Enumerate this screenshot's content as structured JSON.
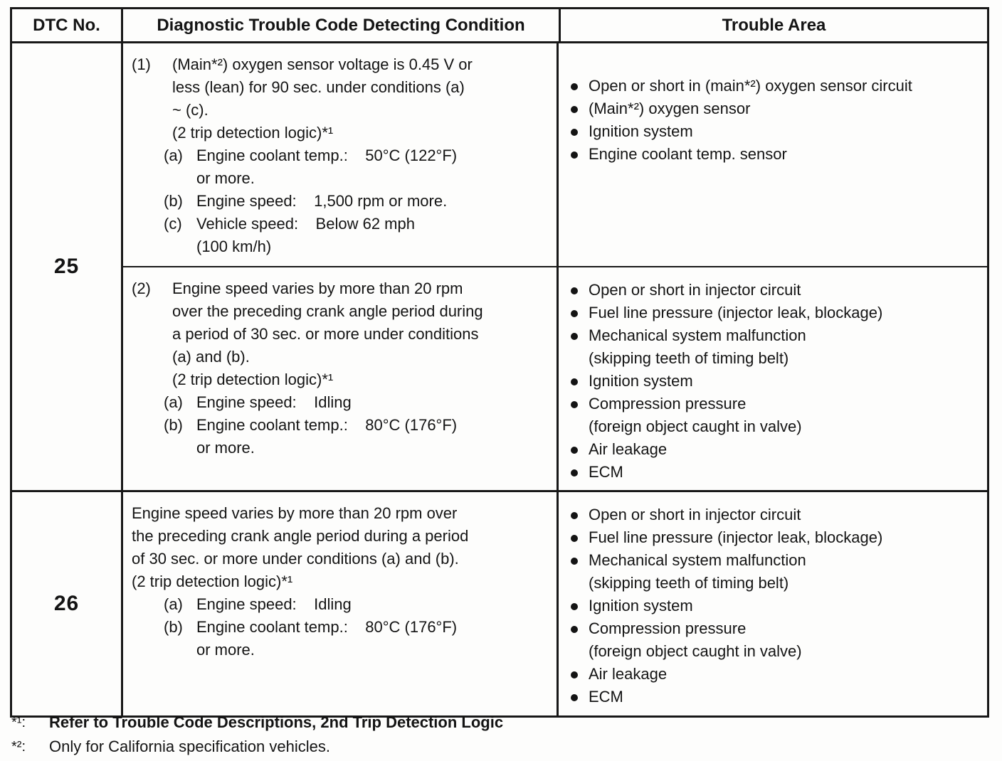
{
  "header": {
    "col_dtc": "DTC No.",
    "col_condition": "Diagnostic Trouble Code Detecting Condition",
    "col_area": "Trouble Area"
  },
  "row25": {
    "dtc": "25",
    "sec1": {
      "num": "(1)",
      "body": "(Main*²) oxygen sensor voltage is 0.45 V or\nless (lean) for 90 sec. under conditions (a)\n~ (c).",
      "logic": "(2 trip detection logic)*¹",
      "subs": [
        {
          "label": "(a)",
          "text": "Engine coolant temp.:    50°C (122°F)\nor more."
        },
        {
          "label": "(b)",
          "text": "Engine speed:    1,500 rpm or more."
        },
        {
          "label": "(c)",
          "text": "Vehicle speed:    Below 62 mph\n(100 km/h)"
        }
      ],
      "areas": [
        {
          "text": "Open or short in (main*²) oxygen sensor circuit"
        },
        {
          "text": "(Main*²) oxygen sensor"
        },
        {
          "text": "Ignition system"
        },
        {
          "text": "Engine coolant temp. sensor"
        }
      ]
    },
    "sec2": {
      "num": "(2)",
      "body": "Engine speed varies by more than 20 rpm\nover the preceding crank angle period during\na period of 30 sec. or more under conditions\n(a) and (b).",
      "logic": "(2 trip detection logic)*¹",
      "subs": [
        {
          "label": "(a)",
          "text": "Engine speed:    Idling"
        },
        {
          "label": "(b)",
          "text": "Engine coolant temp.:    80°C (176°F)\nor more."
        }
      ],
      "areas": [
        {
          "text": "Open or short in injector circuit"
        },
        {
          "text": "Fuel line pressure (injector leak, blockage)"
        },
        {
          "text": "Mechanical system malfunction",
          "sub": "(skipping teeth of timing belt)"
        },
        {
          "text": "Ignition system"
        },
        {
          "text": "Compression pressure",
          "sub": "(foreign object caught in valve)"
        },
        {
          "text": "Air leakage"
        },
        {
          "text": "ECM"
        }
      ]
    }
  },
  "row26": {
    "dtc": "26",
    "body": "Engine speed varies by more than 20 rpm over\nthe preceding crank angle period during a period\nof 30 sec. or more under conditions (a) and (b).",
    "logic": "(2 trip detection logic)*¹",
    "subs": [
      {
        "label": "(a)",
        "text": "Engine speed:    Idling"
      },
      {
        "label": "(b)",
        "text": "Engine coolant temp.:    80°C (176°F)\nor more."
      }
    ],
    "areas": [
      {
        "text": "Open or short in injector circuit"
      },
      {
        "text": "Fuel line pressure (injector leak, blockage)"
      },
      {
        "text": "Mechanical system malfunction",
        "sub": "(skipping teeth of timing belt)"
      },
      {
        "text": "Ignition system"
      },
      {
        "text": "Compression pressure",
        "sub": "(foreign object caught in valve)"
      },
      {
        "text": "Air leakage"
      },
      {
        "text": "ECM"
      }
    ]
  },
  "footnotes": [
    {
      "marker": "*¹:",
      "text": "Refer to Trouble Code Descriptions, 2nd Trip Detection Logic"
    },
    {
      "marker": "*²:",
      "text": "Only for California specification vehicles."
    }
  ]
}
